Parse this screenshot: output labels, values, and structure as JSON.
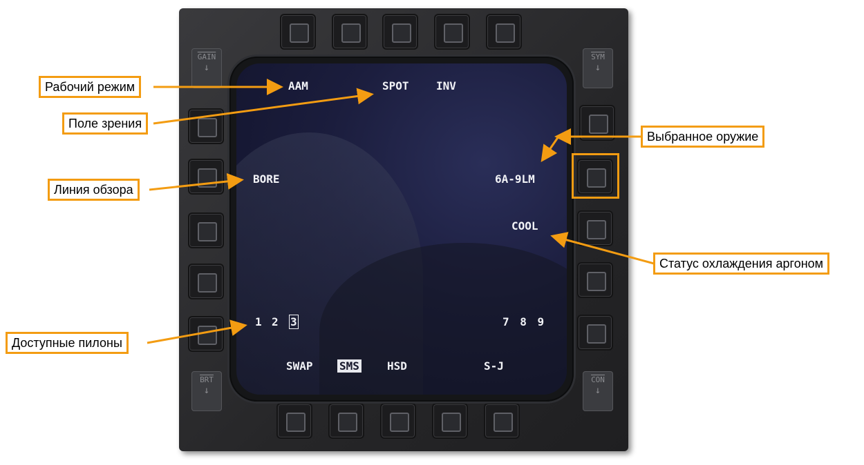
{
  "mfd": {
    "top_text": {
      "mode": "AAM",
      "fov": "SPOT",
      "inv": "INV"
    },
    "left_text": {
      "bore": "BORE"
    },
    "right_text": {
      "weapon": "6A-9LM",
      "cool": "COOL"
    },
    "pylons_left": [
      "1",
      "2",
      "3"
    ],
    "pylons_right": "7 8 9",
    "bottom_text": {
      "swap": "SWAP",
      "sms": "SMS",
      "hsd": "HSD",
      "sj": "S-J"
    },
    "rockers": {
      "gain": "GAIN",
      "sym": "SYM",
      "brt": "BRT",
      "con": "CON",
      "arrow": "↓"
    }
  },
  "callouts": {
    "mode": "Рабочий режим",
    "fov": "Поле зрения",
    "bore": "Линия обзора",
    "pylons": "Доступные пилоны",
    "weapon": "Выбранное оружие",
    "cooling": "Статус охлаждения аргоном"
  },
  "colors": {
    "callout_accent": "#f39c12",
    "screen_text": "#f2f3f7",
    "screen_bg": "#1b1d3d"
  }
}
